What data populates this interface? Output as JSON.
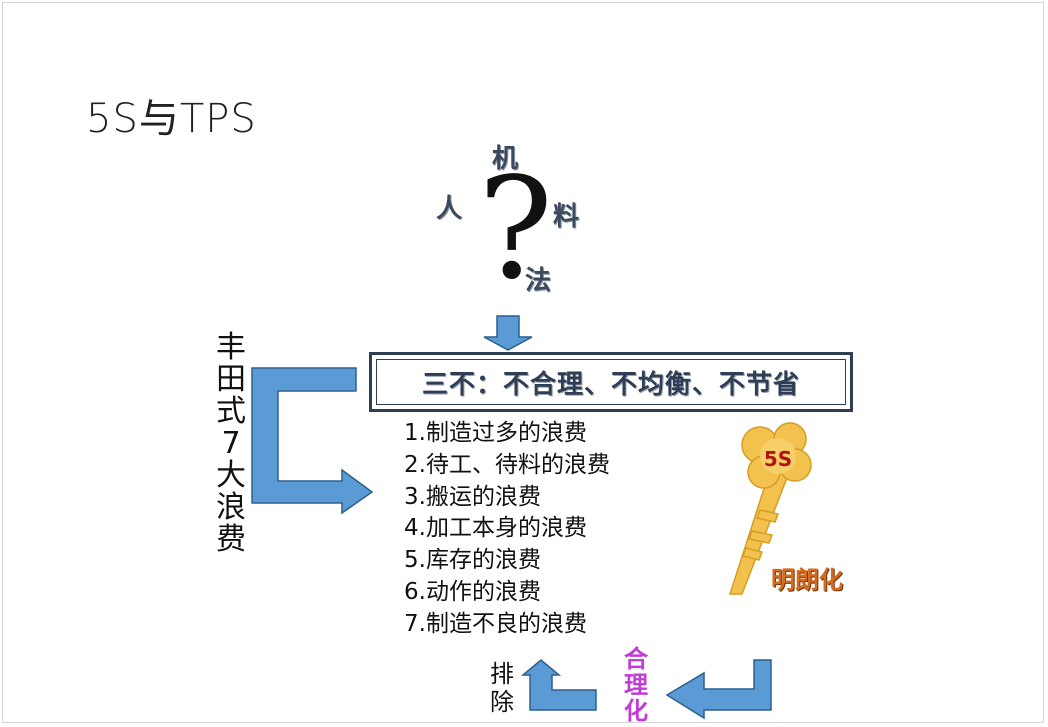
{
  "slide": {
    "title": "5S与TPS",
    "question_mark": "?",
    "elements": {
      "machine": "机",
      "person": "人",
      "material": "料",
      "method": "法"
    },
    "three_no": "三不：不合理、不均衡、不节省",
    "side_label": "丰田式7大浪费",
    "wastes": [
      "1.制造过多的浪费",
      "2.待工、待料的浪费",
      "3.搬运的浪费",
      "4.加工本身的浪费",
      "5.库存的浪费",
      "6.动作的浪费",
      "7.制造不良的浪费"
    ],
    "key_label": "5S",
    "visualize": "明朗化",
    "eliminate": "排除",
    "rationalize": "合理化"
  },
  "colors": {
    "arrow_fill": "#5b9bd5",
    "arrow_stroke": "#2e5f8e",
    "box_border": "#2f3e55",
    "key_gold": "#f2c14e",
    "visualize_text": "#d46a1e",
    "rationalize_text": "#c23bd9"
  }
}
